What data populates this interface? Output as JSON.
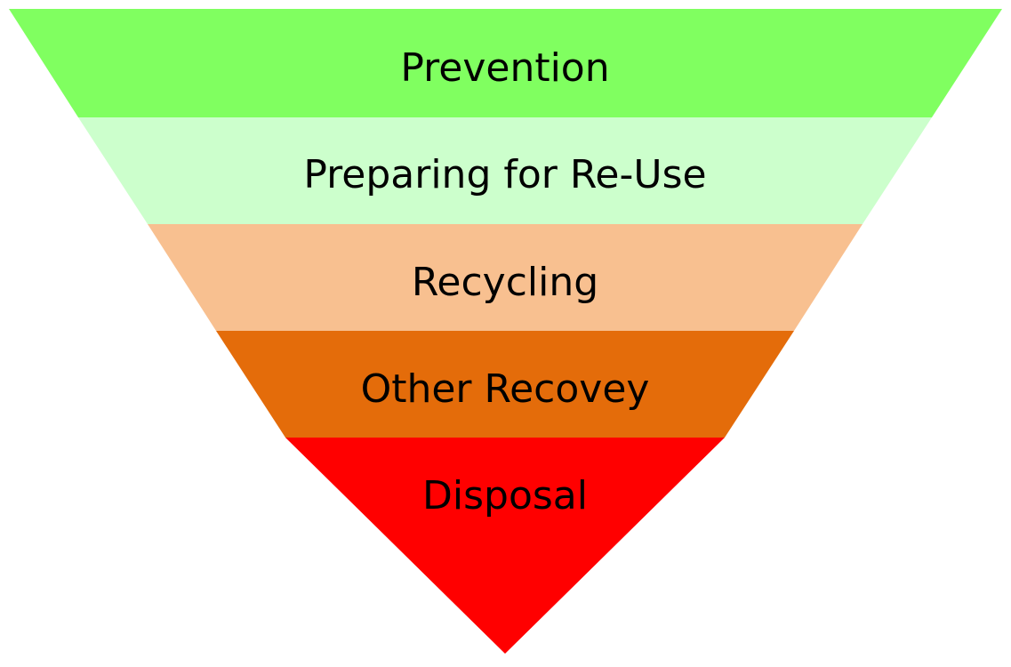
{
  "diagram": {
    "type": "inverted-pyramid",
    "tiers": [
      {
        "label": "Prevention",
        "color": "#80FF60"
      },
      {
        "label": "Preparing for Re-Use",
        "color": "#CCFFCC"
      },
      {
        "label": "Recycling",
        "color": "#F8C090"
      },
      {
        "label": "Other Recovey",
        "color": "#E46C0A"
      },
      {
        "label": "Disposal",
        "color": "#FF0000"
      }
    ]
  }
}
